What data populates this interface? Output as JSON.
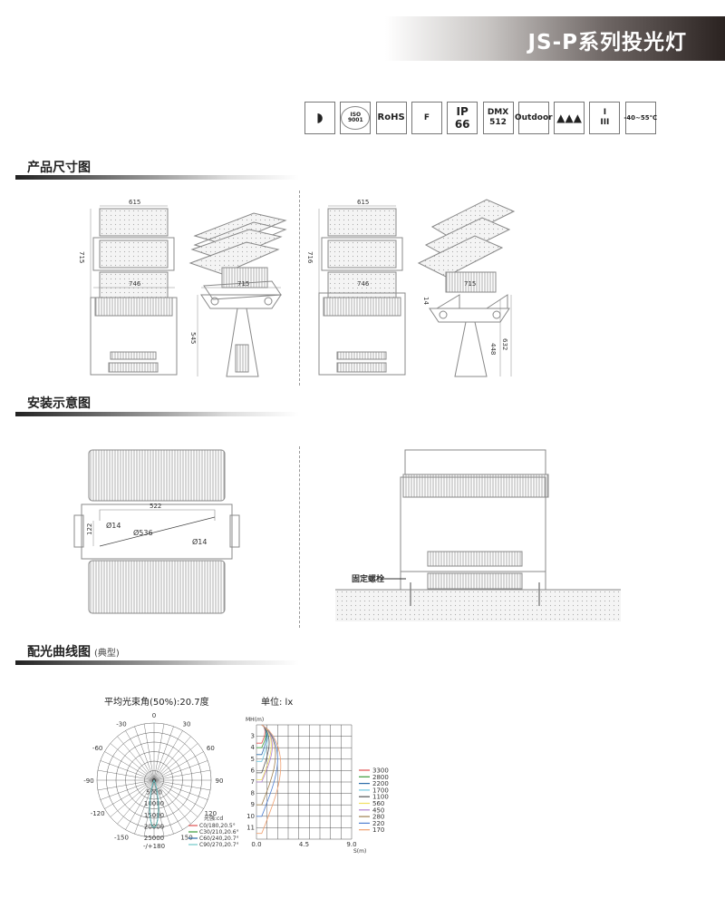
{
  "header": {
    "title": "JS-P系列投光灯"
  },
  "certifications": [
    {
      "name": "waterproof-symbol-icon",
      "label": ""
    },
    {
      "name": "iso9001-icon",
      "label": "ISO 9001"
    },
    {
      "name": "rohs-icon",
      "label": "RoHS"
    },
    {
      "name": "f-mark-icon",
      "label": "F"
    },
    {
      "name": "ip-rating-icon",
      "label": "IP",
      "sub": "66"
    },
    {
      "name": "dmx-icon",
      "label": "DMX",
      "sub": "512"
    },
    {
      "name": "outdoor-icon",
      "label": "Outdoor"
    },
    {
      "name": "rain-drops-icon",
      "label": ""
    },
    {
      "name": "protection-class-icon",
      "label": "I",
      "sub": "III"
    },
    {
      "name": "temperature-icon",
      "label": "-40~55℃"
    }
  ],
  "sections": {
    "dimensions": "产品尺寸图",
    "installation": "安装示意图",
    "photometry": "配光曲线图",
    "photometry_note": "(典型)"
  },
  "dimensions": {
    "left": {
      "top_width": "615",
      "height": "715",
      "front_width": "746",
      "side_width": "715",
      "side_height": "545"
    },
    "right": {
      "top_width": "615",
      "height": "716",
      "front_width": "746",
      "side_width": "715",
      "side_tilt": "14",
      "side_height": "448",
      "total_height": "632"
    }
  },
  "installation": {
    "hole_span": "522",
    "hole_pitch": "122",
    "hole_dia_1": "Ø14",
    "diagonal": "Ø536",
    "hole_dia_2": "Ø14",
    "bolt_label": "固定螺栓"
  },
  "chart_data": [
    {
      "type": "polar",
      "title": "平均光束角(50%):20.7度",
      "angle_labels": [
        "-/+180",
        "-150",
        "150",
        "-120",
        "120",
        "-90",
        "90",
        "-60",
        "60",
        "-30",
        "30",
        "0"
      ],
      "radial_labels": [
        "0",
        "5000",
        "10000",
        "15000",
        "20000",
        "25000"
      ],
      "rmax": 25000,
      "unit_label": "光强:cd",
      "series": [
        {
          "name": "C0/180,20.5°",
          "color": "#e05050",
          "beam": 20.5,
          "peak": 20500
        },
        {
          "name": "C30/210,20.6°",
          "color": "#3a9a3a",
          "beam": 20.6,
          "peak": 20500
        },
        {
          "name": "C60/240,20.7°",
          "color": "#2a6aa8",
          "beam": 20.7,
          "peak": 20600
        },
        {
          "name": "C90/270,20.7°",
          "color": "#70c8c8",
          "beam": 20.7,
          "peak": 20700
        }
      ]
    },
    {
      "type": "line",
      "title": "单位: lx",
      "ylabel": "MH(m)",
      "xlabel": "S(m)",
      "x_ticks": [
        "0.0",
        "4.5",
        "9.0"
      ],
      "y_ticks": [
        "3",
        "4",
        "5",
        "6",
        "7",
        "8",
        "9",
        "10",
        "11"
      ],
      "xlim": [
        0,
        9
      ],
      "ylim": [
        2,
        12
      ],
      "series": [
        {
          "name": "3300",
          "color": "#e05050",
          "end_mh": 3.6,
          "max_s": 0.3
        },
        {
          "name": "2800",
          "color": "#3a9a3a",
          "end_mh": 4.0,
          "max_s": 0.4
        },
        {
          "name": "2200",
          "color": "#2a6aa8",
          "end_mh": 4.6,
          "max_s": 0.45
        },
        {
          "name": "1700",
          "color": "#70c8e0",
          "end_mh": 5.2,
          "max_s": 0.55
        },
        {
          "name": "1100",
          "color": "#555555",
          "end_mh": 6.2,
          "max_s": 0.7
        },
        {
          "name": "560",
          "color": "#f0e060",
          "end_mh": 6.8,
          "max_s": 0.9
        },
        {
          "name": "450",
          "color": "#b080d0",
          "end_mh": 7.0,
          "max_s": 1.0
        },
        {
          "name": "280",
          "color": "#a08050",
          "end_mh": 9.0,
          "max_s": 1.3
        },
        {
          "name": "220",
          "color": "#5080d0",
          "end_mh": 10.0,
          "max_s": 1.5
        },
        {
          "name": "170",
          "color": "#f0a070",
          "end_mh": 11.5,
          "max_s": 1.8
        }
      ]
    }
  ]
}
